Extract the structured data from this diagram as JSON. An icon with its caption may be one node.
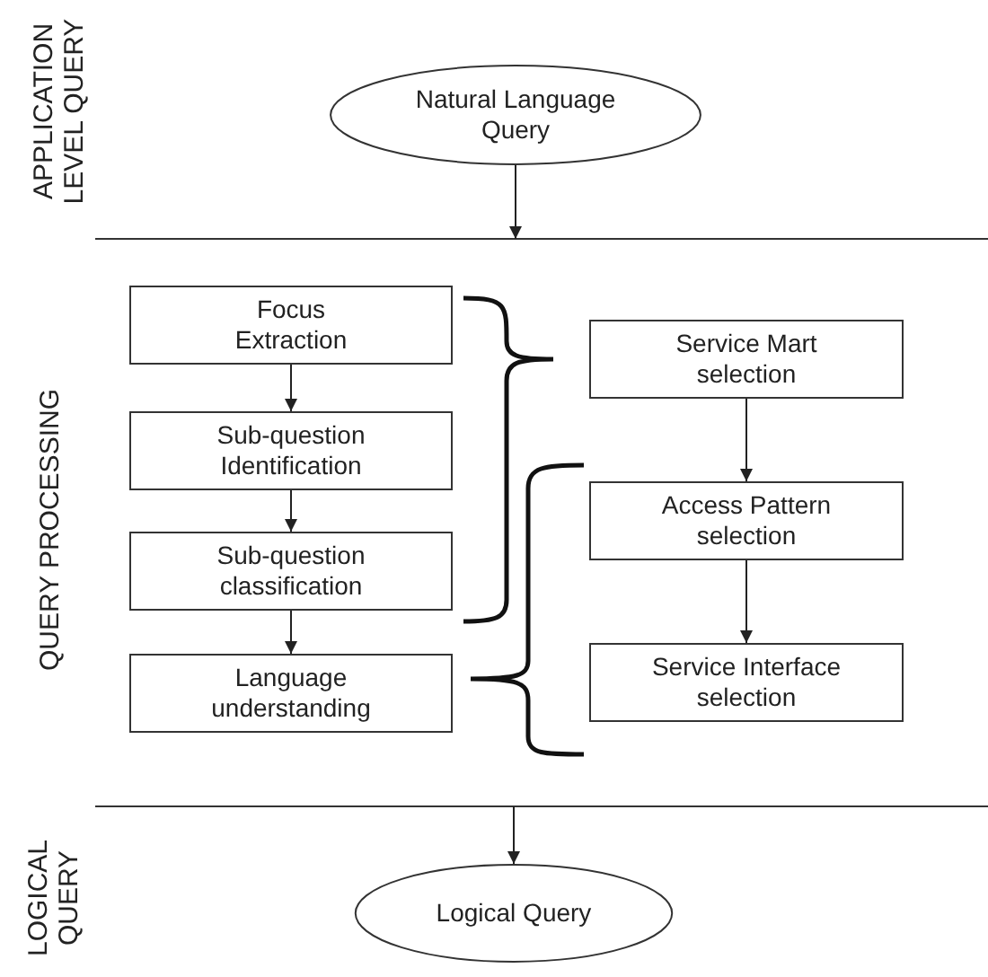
{
  "diagram": {
    "nodes": [
      {
        "text": [
          "Natural Language Query"
        ]
      },
      {
        "text": [
          "Focus Extraction"
        ]
      },
      {
        "text": [
          "Sub-question Identification"
        ]
      },
      {
        "text": [
          "Sub-question classification"
        ]
      },
      {
        "text": [
          "Language understanding"
        ]
      },
      {
        "text": [
          "Service Mart selection"
        ]
      },
      {
        "text": [
          "Access Pattern selection"
        ]
      },
      {
        "text": [
          "Service Interface selection"
        ]
      },
      {
        "text": [
          "Logical Query"
        ]
      }
    ],
    "edges": [
      {
        "from": 0,
        "to": null,
        "arrow": "to"
      },
      {
        "from": 1,
        "to": 2,
        "arrow": "to"
      },
      {
        "from": 2,
        "to": 3,
        "arrow": "to"
      },
      {
        "from": 3,
        "to": 4,
        "arrow": "to"
      },
      {
        "from": 5,
        "to": 6,
        "arrow": "to"
      },
      {
        "from": 6,
        "to": 7,
        "arrow": "to"
      },
      {
        "from": null,
        "to": 8,
        "arrow": "to"
      }
    ],
    "labels": [
      "APPLICATION LEVEL QUERY",
      "QUERY PROCESSING",
      "LOGICAL QUERY"
    ]
  }
}
